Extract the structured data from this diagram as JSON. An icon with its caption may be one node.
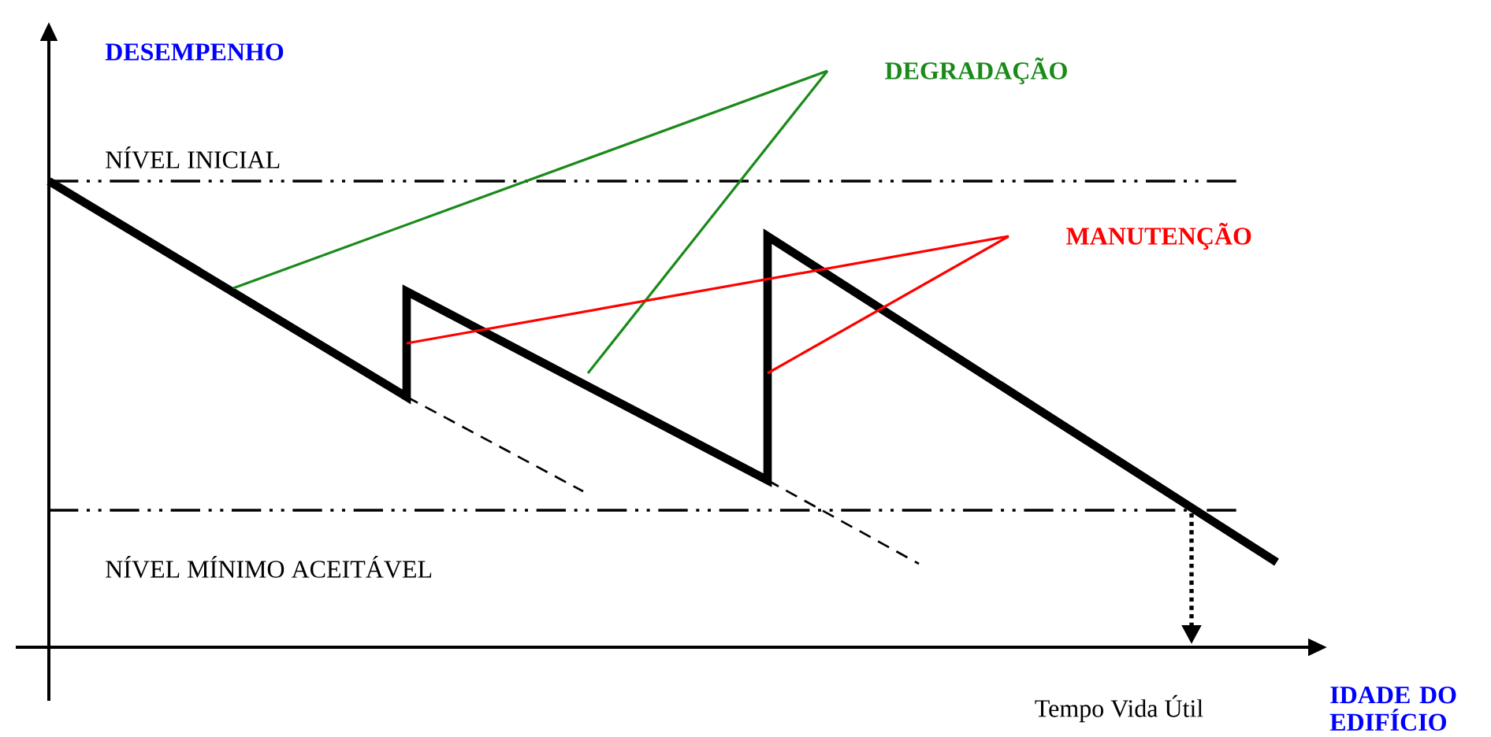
{
  "diagram": {
    "nodes": [
      {
        "text": [
          "DEGRADAÇÃO"
        ]
      },
      {
        "text": [
          "MANUTENÇÃO"
        ]
      }
    ],
    "edges": [
      {
        "from": 0,
        "to": null,
        "arrow": "none",
        "color": "#1a8a1a"
      },
      {
        "from": 0,
        "to": null,
        "arrow": "none",
        "color": "#1a8a1a"
      },
      {
        "from": 1,
        "to": null,
        "arrow": "none",
        "color": "#ff0000"
      },
      {
        "from": 1,
        "to": null,
        "arrow": "none",
        "color": "#ff0000"
      }
    ],
    "labels": [
      "DESEMPENHO",
      "NÍVEL INICIAL",
      "NÍVEL MÍNIMO ACEITÁVEL",
      "Tempo Vida Útil",
      "IDADE DO EDIFÍCIO"
    ]
  }
}
